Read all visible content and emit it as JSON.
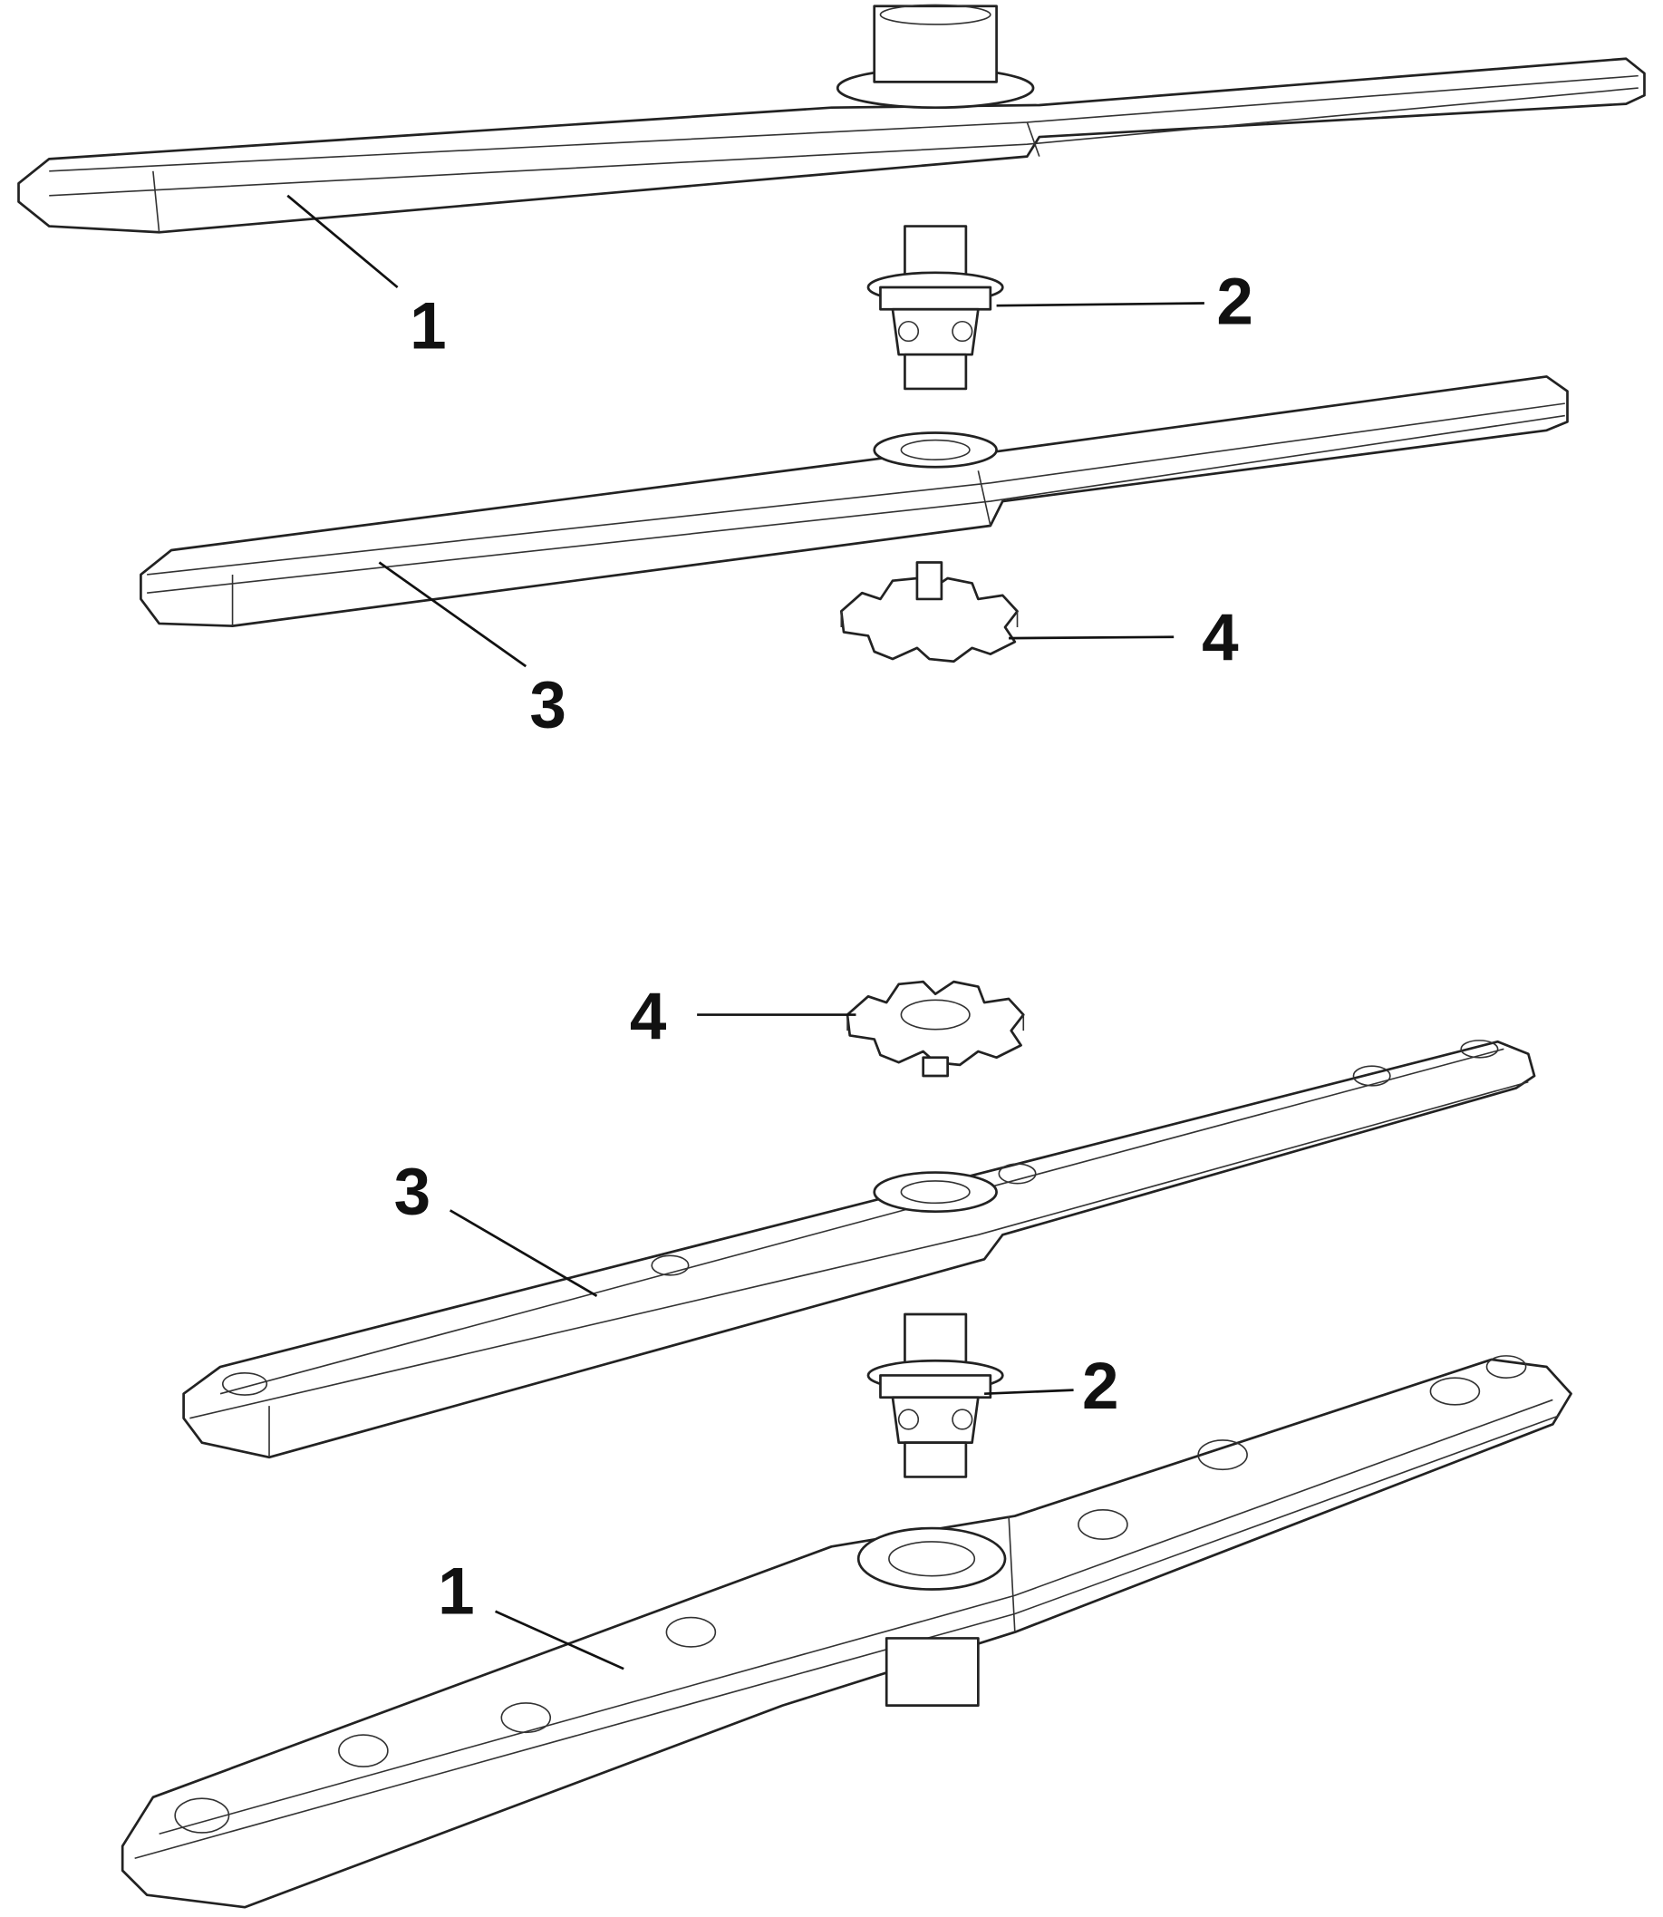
{
  "diagram": {
    "upper_assembly": {
      "labels": {
        "spray_arm_upper": "1",
        "hub_connector": "2",
        "spray_arm_lower": "3",
        "nut": "4"
      }
    },
    "lower_assembly": {
      "labels": {
        "nut": "4",
        "spray_arm_upper": "3",
        "hub_connector": "2",
        "spray_arm_lower": "1"
      }
    },
    "colors": {
      "line": "#222222",
      "background": "#ffffff"
    }
  }
}
